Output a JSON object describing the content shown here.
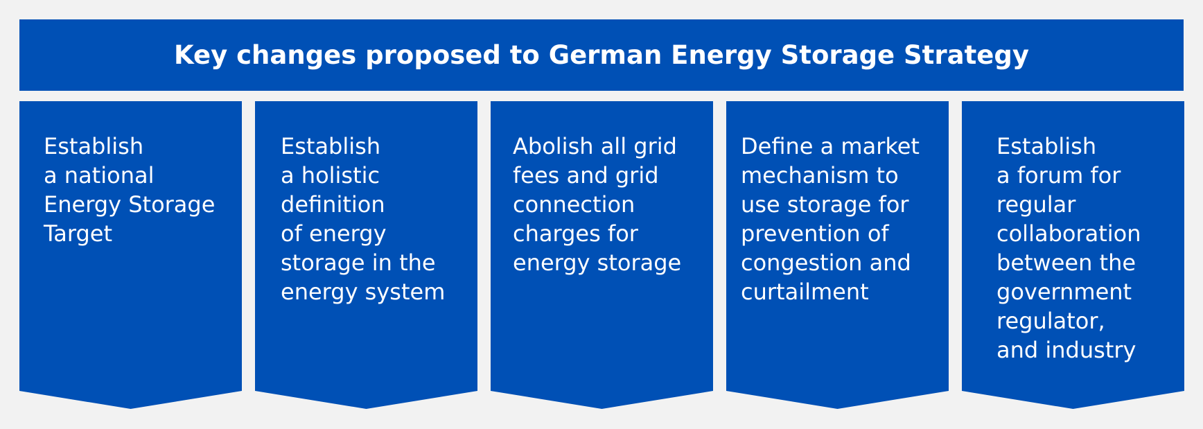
{
  "diagram": {
    "title": "Key changes proposed to German Energy Storage Strategy",
    "columns": [
      {
        "text": "Establish\na national\nEnergy Storage\nTarget"
      },
      {
        "text": "Establish\na holistic\ndefinition\nof energy\nstorage in the\nenergy system"
      },
      {
        "text": "Abolish all grid\nfees and grid\nconnection\ncharges for\nenergy storage"
      },
      {
        "text": "Define a market\nmechanism to\nuse storage for\nprevention of\ncongestion and\ncurtailment"
      },
      {
        "text": "Establish\na forum for\nregular\ncollaboration\nbetween the\ngovernment\nregulator,\nand industry"
      }
    ],
    "colors": {
      "background": "#f2f2f2",
      "panel": "#0050b5",
      "text": "#ffffff"
    }
  }
}
